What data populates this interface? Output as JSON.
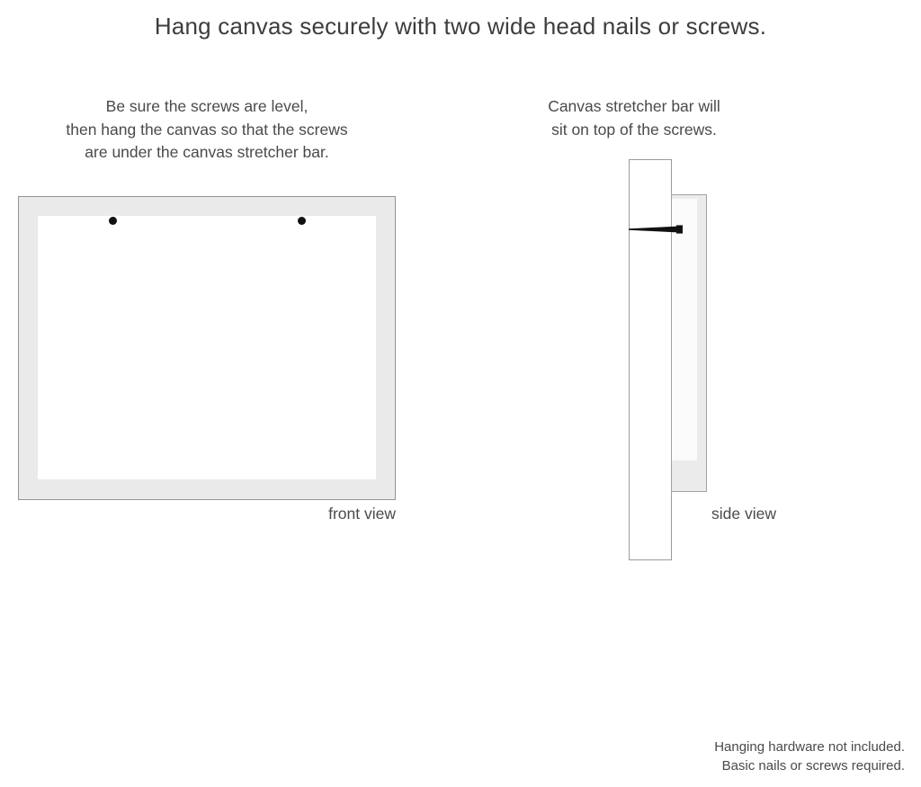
{
  "title": "Hang canvas securely with two wide head nails or screws.",
  "captions": {
    "left": {
      "line1": "Be sure the screws are level,",
      "line2": "then hang the canvas so that the screws",
      "line3": "are under the canvas stretcher bar."
    },
    "right": {
      "line1": "Canvas stretcher bar will",
      "line2": "sit on top of the screws."
    }
  },
  "front_view": {
    "label": "front view",
    "screw_count": 2
  },
  "side_view": {
    "label": "side view"
  },
  "footer": {
    "line1": "Hanging hardware not included.",
    "line2": "Basic nails or screws required."
  },
  "colors": {
    "text": "#4a4a4a",
    "frame_fill": "#eaeaea",
    "frame_border": "#939393",
    "canvas_face": "#ffffff",
    "screw": "#111111",
    "wall_border": "#9a9a9a"
  }
}
